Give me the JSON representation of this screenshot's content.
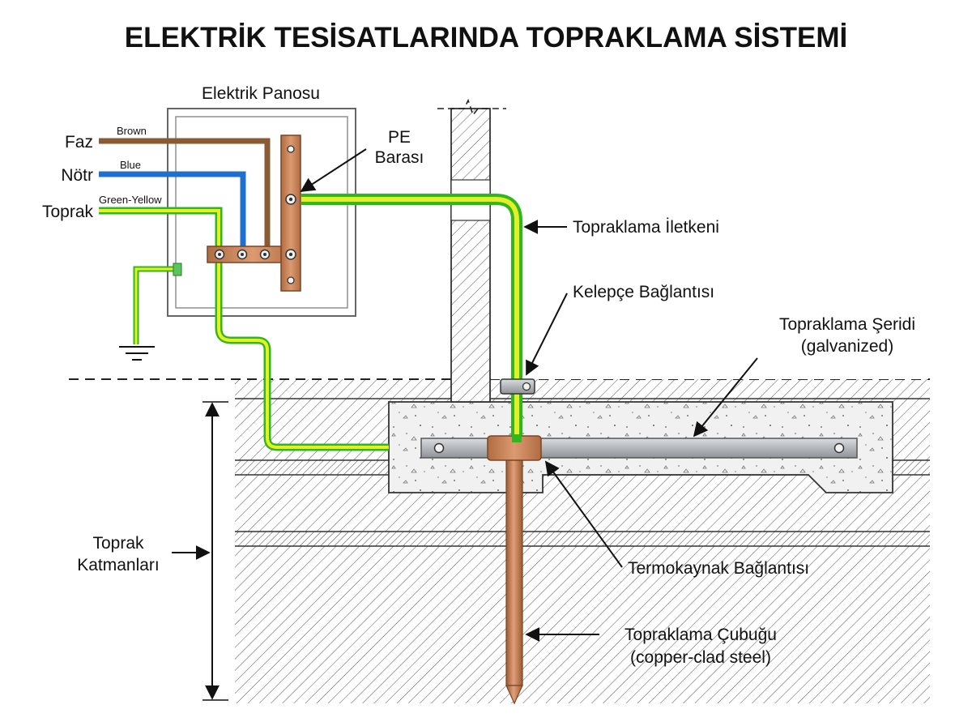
{
  "title": "ELEKTRİK TESİSATLARINDA TOPRAKLAMA SİSTEMİ",
  "panel": {
    "label": "Elektrik Panosu",
    "pe_bar_label_line1": "PE",
    "pe_bar_label_line2": "Barası"
  },
  "conductors": [
    {
      "name": "Faz",
      "color_name": "Brown",
      "color": "#8a5a33"
    },
    {
      "name": "Nötr",
      "color_name": "Blue",
      "color": "#1f6fd1"
    },
    {
      "name": "Toprak",
      "color_name": "Green-Yellow",
      "color": "#39b820"
    }
  ],
  "callouts": {
    "earthing_conductor": "Topraklama İletkeni",
    "clamp_connection": "Kelepçe Bağlantısı",
    "earthing_strip_line1": "Topraklama Şeridi",
    "earthing_strip_line2": "(galvanized)",
    "exothermic_weld": "Termokaynak Bağlantısı",
    "earthing_rod_line1": "Topraklama Çubuğu",
    "earthing_rod_line2": "(copper-clad steel)",
    "soil_layers_line1": "Toprak",
    "soil_layers_line2": "Katmanları"
  },
  "colors": {
    "copper": "#c98252",
    "copper_dark": "#8e5230",
    "pe_yellow": "#e6ee28",
    "pe_green": "#2fb81e",
    "steel": "#b8bcc0",
    "concrete": "#f1f1f1"
  }
}
